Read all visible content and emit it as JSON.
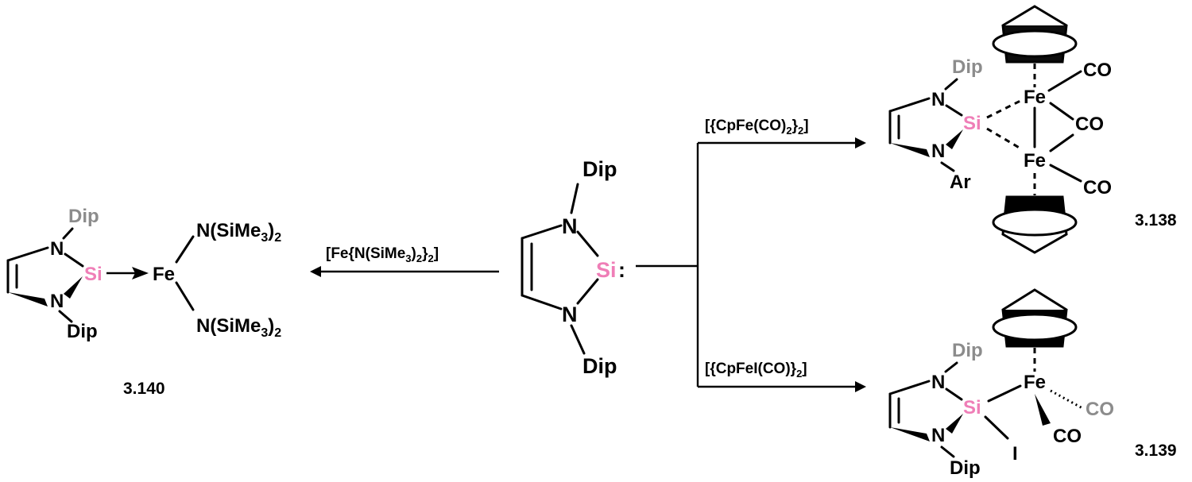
{
  "colors": {
    "silicon": "#ef7eb7",
    "secondary": "#8c8c8c",
    "ink": "#000000"
  },
  "center": {
    "dip_top": "Dip",
    "dip_bottom": "Dip",
    "n1": "N",
    "n2": "N",
    "si": "Si",
    "lone_pair": ":"
  },
  "left_arrow": {
    "reagent_a": "[Fe{N(SiMe",
    "reagent_sub1": "3",
    "reagent_b": ")",
    "reagent_sub2": "2",
    "reagent_c": "}",
    "reagent_sub3": "2",
    "reagent_d": "]"
  },
  "p140": {
    "dip_top": "Dip",
    "dip_bottom": "Dip",
    "n1": "N",
    "n2": "N",
    "si": "Si",
    "fe": "Fe",
    "amide_a": "N(SiMe",
    "amide_sub1": "3",
    "amide_b": ")",
    "amide_sub2": "2",
    "id": "3.140"
  },
  "top_arrow": {
    "reagent_a": "[{CpFe(CO)",
    "reagent_sub1": "2",
    "reagent_b": "}",
    "reagent_sub2": "2",
    "reagent_c": "]"
  },
  "p138": {
    "dip": "Dip",
    "ar": "Ar",
    "n1": "N",
    "n2": "N",
    "si": "Si",
    "fe1": "Fe",
    "fe2": "Fe",
    "co1": "CO",
    "co2": "CO",
    "co3": "CO",
    "id": "3.138"
  },
  "bottom_arrow": {
    "reagent_a": "[{CpFeI(CO)}",
    "reagent_sub1": "2",
    "reagent_b": "]"
  },
  "p139": {
    "dip_top": "Dip",
    "dip_bottom": "Dip",
    "n1": "N",
    "n2": "N",
    "si": "Si",
    "fe": "Fe",
    "co_gray": "CO",
    "co_black": "CO",
    "iodine": "I",
    "id": "3.139"
  }
}
